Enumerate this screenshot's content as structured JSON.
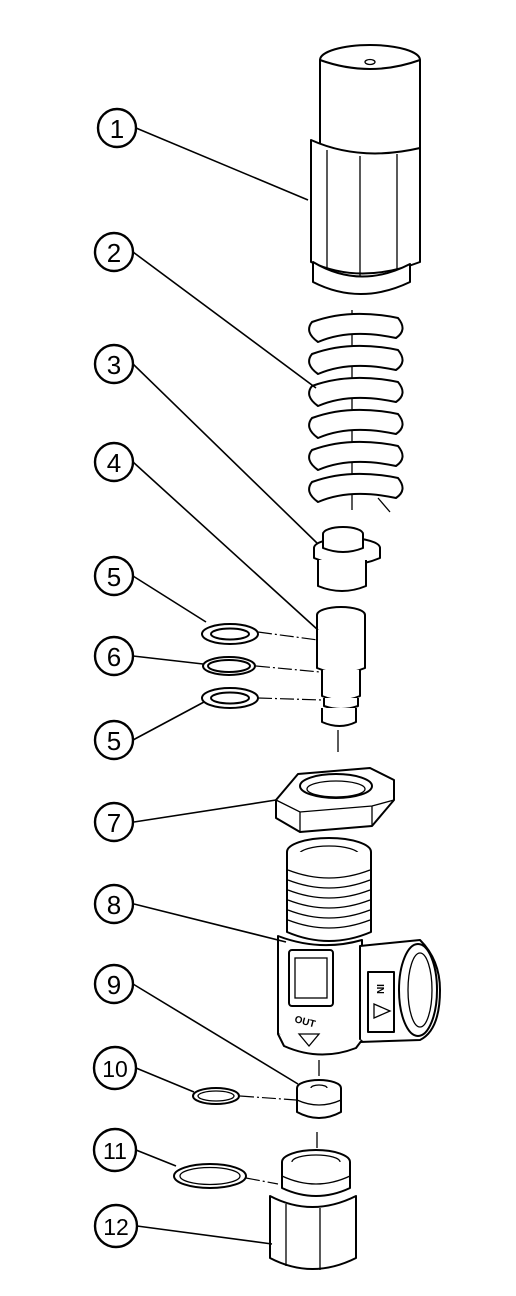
{
  "callouts": [
    {
      "id": "1",
      "label": "1"
    },
    {
      "id": "2",
      "label": "2"
    },
    {
      "id": "3",
      "label": "3"
    },
    {
      "id": "4",
      "label": "4"
    },
    {
      "id": "5a",
      "label": "5"
    },
    {
      "id": "6",
      "label": "6"
    },
    {
      "id": "5b",
      "label": "5"
    },
    {
      "id": "7",
      "label": "7"
    },
    {
      "id": "8",
      "label": "8"
    },
    {
      "id": "9",
      "label": "9"
    },
    {
      "id": "10",
      "label": "10"
    },
    {
      "id": "11",
      "label": "11"
    },
    {
      "id": "12",
      "label": "12"
    }
  ],
  "body_markings": {
    "outlet": "OUT",
    "inlet": "IN"
  }
}
